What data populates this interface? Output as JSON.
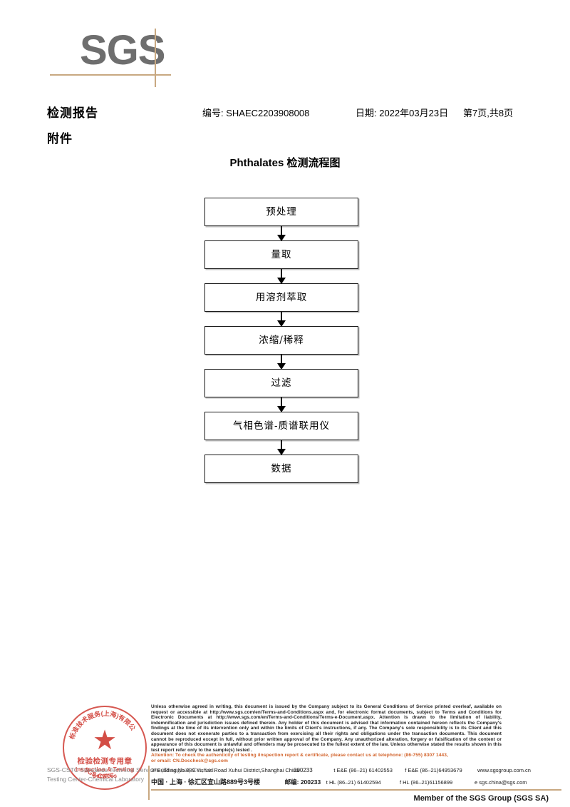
{
  "logo": {
    "wordmark": "SGS"
  },
  "header": {
    "report_title": "检测报告",
    "report_no": "编号: SHAEC2203908008",
    "report_date": "日期: 2022年03月23日",
    "page_info": "第7页,共8页",
    "attachment_label": "附件"
  },
  "flow": {
    "title": "Phthalates 检测流程图",
    "nodes": [
      {
        "label": "预处理"
      },
      {
        "label": "量取"
      },
      {
        "label": "用溶剂萃取"
      },
      {
        "label": "浓缩/稀释"
      },
      {
        "label": "过滤"
      },
      {
        "label": "气相色谱-质谱联用仪"
      },
      {
        "label": "数据"
      }
    ]
  },
  "stamp": {
    "arc_top": "标准技术服务(上海)有限公",
    "arc_bottom": "SGS-CSTC",
    "center_cn": "检验检测专用章",
    "center_en": "Inspection & Testing Services",
    "color": "#cf3b33"
  },
  "footer": {
    "company_lines": [
      "SGS-CSTC Standards Technical Services (Shanghai) Co., Ltd.",
      "Testing Center-Chemical Laboratory"
    ],
    "legal_text": "Unless otherwise agreed in writing, this document is issued by the Company subject to its General Conditions of Service printed overleaf, available on request or accessible at http://www.sgs.com/en/Terms-and-Conditions.aspx and, for electronic format documents, subject to Terms and Conditions for Electronic Documents at http://www.sgs.com/en/Terms-and-Conditions/Terms-e-Document.aspx. Attention is drawn to the limitation of liability, indemnification and jurisdiction issues defined therein. Any holder of this document is advised that information contained hereon reflects the Company's findings at the time of its intervention only and within the limits of Client's instructions, if any. The Company's sole responsibility is to its Client and this document does not exonerate parties to a transaction from exercising all their rights and obligations under the transaction documents. This document cannot be reproduced except in full, without prior written approval of the Company. Any unauthorized alteration, forgery or falsification of the content or appearance of this document is unlawful and offenders may be prosecuted to the fullest extent of the law. Unless otherwise stated the results shown in this test report refer only to the sample(s) tested .",
    "attention_line_1": "Attention: To check the authenticity of testing /inspection report & certificate, please contact us at telephone: (86-755) 8307 1443,",
    "attention_line_2": "or email: CN.Doccheck@sgs.com",
    "attention_color": "#d2622a",
    "address_rows": [
      {
        "street": "3ᵗʰBuilding,No.889 Yishan Road Xuhui District,Shanghai China",
        "zip": "200233",
        "tel1": "t E&E (86–21) 61402553",
        "tel2": "f E&E (86–21)64953679",
        "web": "www.sgsgroup.com.cn"
      },
      {
        "street": "中国 · 上海 · 徐汇区宜山路889号3号楼",
        "zip": "邮编: 200233",
        "tel1": "t HL (86–21) 61402594",
        "tel2": "f HL (86–21)61156899",
        "web": "e sgs.china@sgs.com"
      }
    ],
    "member_line": "Member of the SGS Group (SGS SA)",
    "rule_color": "#c8a881"
  }
}
